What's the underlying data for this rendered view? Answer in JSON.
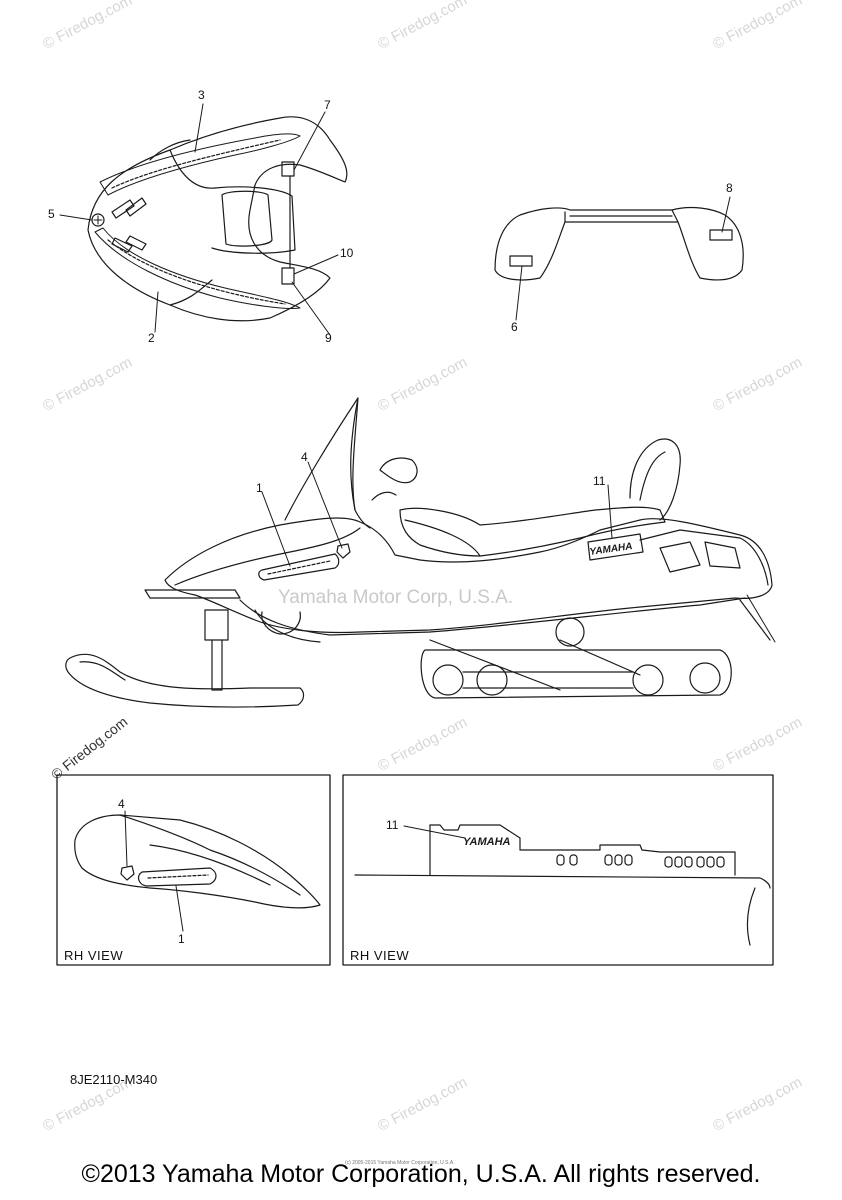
{
  "watermarks": {
    "firedog": "© Firedog.com",
    "center": "Yamaha Motor Corp, U.S.A."
  },
  "callouts": {
    "c1": "1",
    "c2": "2",
    "c3": "3",
    "c4": "4",
    "c5": "5",
    "c6": "6",
    "c7": "7",
    "c8": "8",
    "c9": "9",
    "c10": "10",
    "c11": "11"
  },
  "decal_text": "YAMAHA",
  "insets": {
    "left_view_label": "RH VIEW",
    "right_view_label": "RH VIEW"
  },
  "part_code": "8JE2110-M340",
  "tiny_credit": "(c) 2005-2015 Yamaha Motor Corporation, U.S.A.",
  "copyright": "©2013 Yamaha Motor Corporation, U.S.A. All rights reserved.",
  "colors": {
    "line": "#1a1a1a",
    "watermark": "#d6d6d6"
  }
}
